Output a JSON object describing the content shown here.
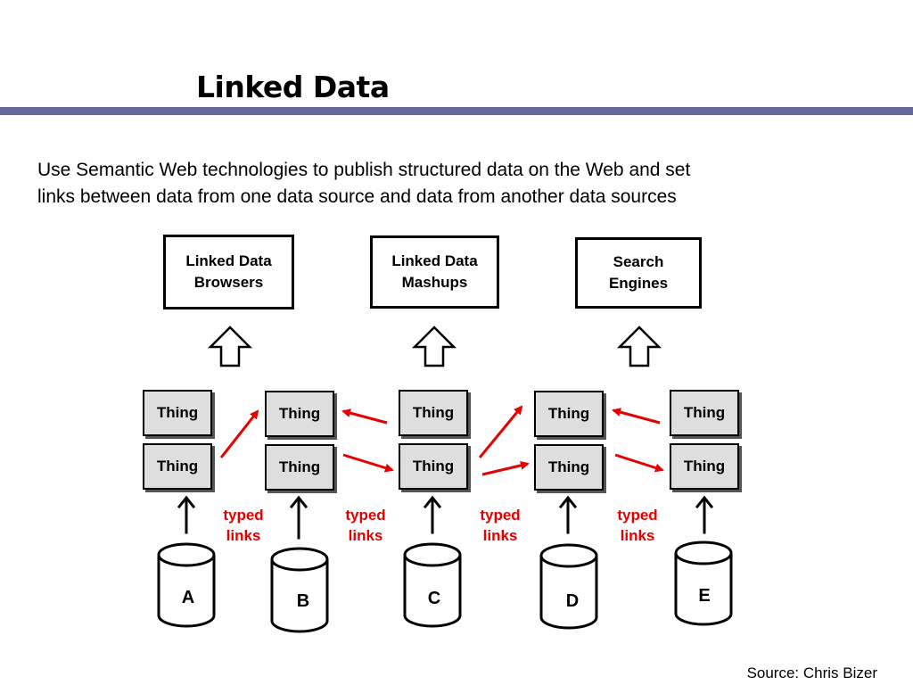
{
  "slide": {
    "title": "Linked Data",
    "intro_line1": "Use Semantic Web technologies to publish structured data on the Web and set",
    "intro_line2": "links between data from one data source and data from another data sources",
    "source": "Source: Chris Bizer"
  },
  "colors": {
    "title_rule": "#64689a",
    "typed_link": "#e60000"
  },
  "applications": [
    {
      "line1": "Linked Data",
      "line2": "Browsers"
    },
    {
      "line1": "Linked Data",
      "line2": "Mashups"
    },
    {
      "line1": "Search",
      "line2": "Engines"
    }
  ],
  "thing_label": "Thing",
  "typed_link_label": {
    "line1": "typed",
    "line2": "links"
  },
  "data_sources": [
    "A",
    "B",
    "C",
    "D",
    "E"
  ]
}
